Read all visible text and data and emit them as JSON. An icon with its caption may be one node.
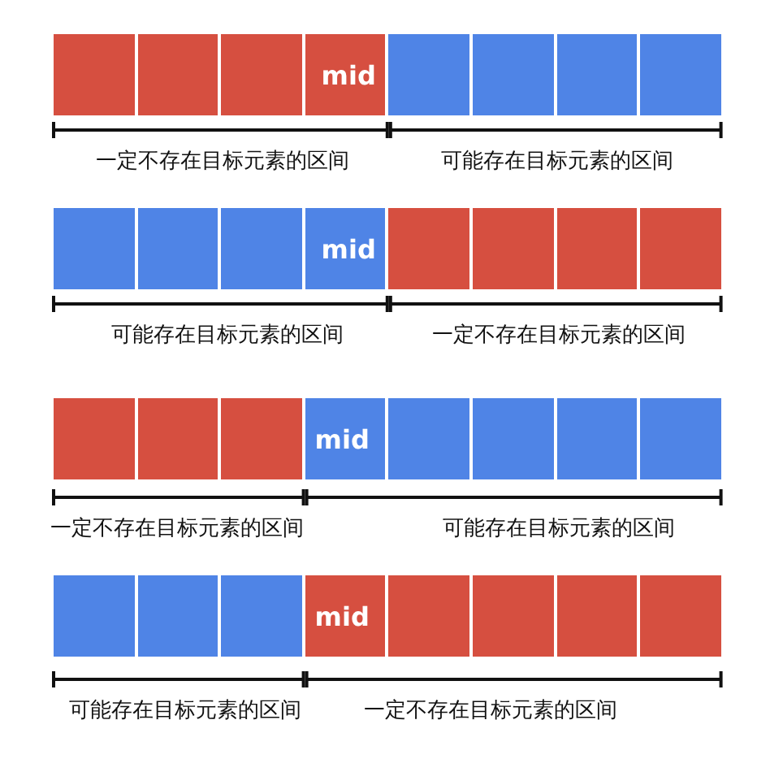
{
  "diagram": {
    "nodes": [
      {
        "text": [],
        "shape": "box"
      },
      {
        "text": [],
        "shape": "box"
      },
      {
        "text": [],
        "shape": "box"
      },
      {
        "text": [
          "mid"
        ]
      },
      {
        "text": [],
        "shape": "box"
      },
      {
        "text": [],
        "shape": "box"
      },
      {
        "text": [],
        "shape": "box"
      },
      {
        "text": [],
        "shape": "box"
      },
      {
        "text": [],
        "shape": "box"
      },
      {
        "text": [],
        "shape": "box"
      },
      {
        "text": [],
        "shape": "box"
      },
      {
        "text": [
          "mid"
        ]
      },
      {
        "text": [],
        "shape": "box"
      },
      {
        "text": [],
        "shape": "box"
      },
      {
        "text": [],
        "shape": "box"
      },
      {
        "text": [],
        "shape": "box"
      },
      {
        "text": [],
        "shape": "box"
      },
      {
        "text": [],
        "shape": "box"
      },
      {
        "text": [],
        "shape": "box"
      },
      {
        "text": [
          "mid"
        ]
      },
      {
        "text": [],
        "shape": "box"
      },
      {
        "text": [],
        "shape": "box"
      },
      {
        "text": [],
        "shape": "box"
      },
      {
        "text": [],
        "shape": "box"
      },
      {
        "text": [],
        "shape": "box"
      },
      {
        "text": [],
        "shape": "box"
      },
      {
        "text": [],
        "shape": "box"
      },
      {
        "text": [
          "mid"
        ]
      },
      {
        "text": [],
        "shape": "box"
      },
      {
        "text": [],
        "shape": "box"
      },
      {
        "text": [],
        "shape": "box"
      },
      {
        "text": [],
        "shape": "box"
      }
    ],
    "labels": [
      "一定不存在目标元素的区间",
      "可能存在目标元素的区间",
      "可能存在目标元素的区间",
      "一定不存在目标元素的区间",
      "一定不存在目标元素的区间",
      "可能存在目标元素的区间",
      "可能存在目标元素的区间",
      "一定不存在目标元素的区间"
    ]
  }
}
